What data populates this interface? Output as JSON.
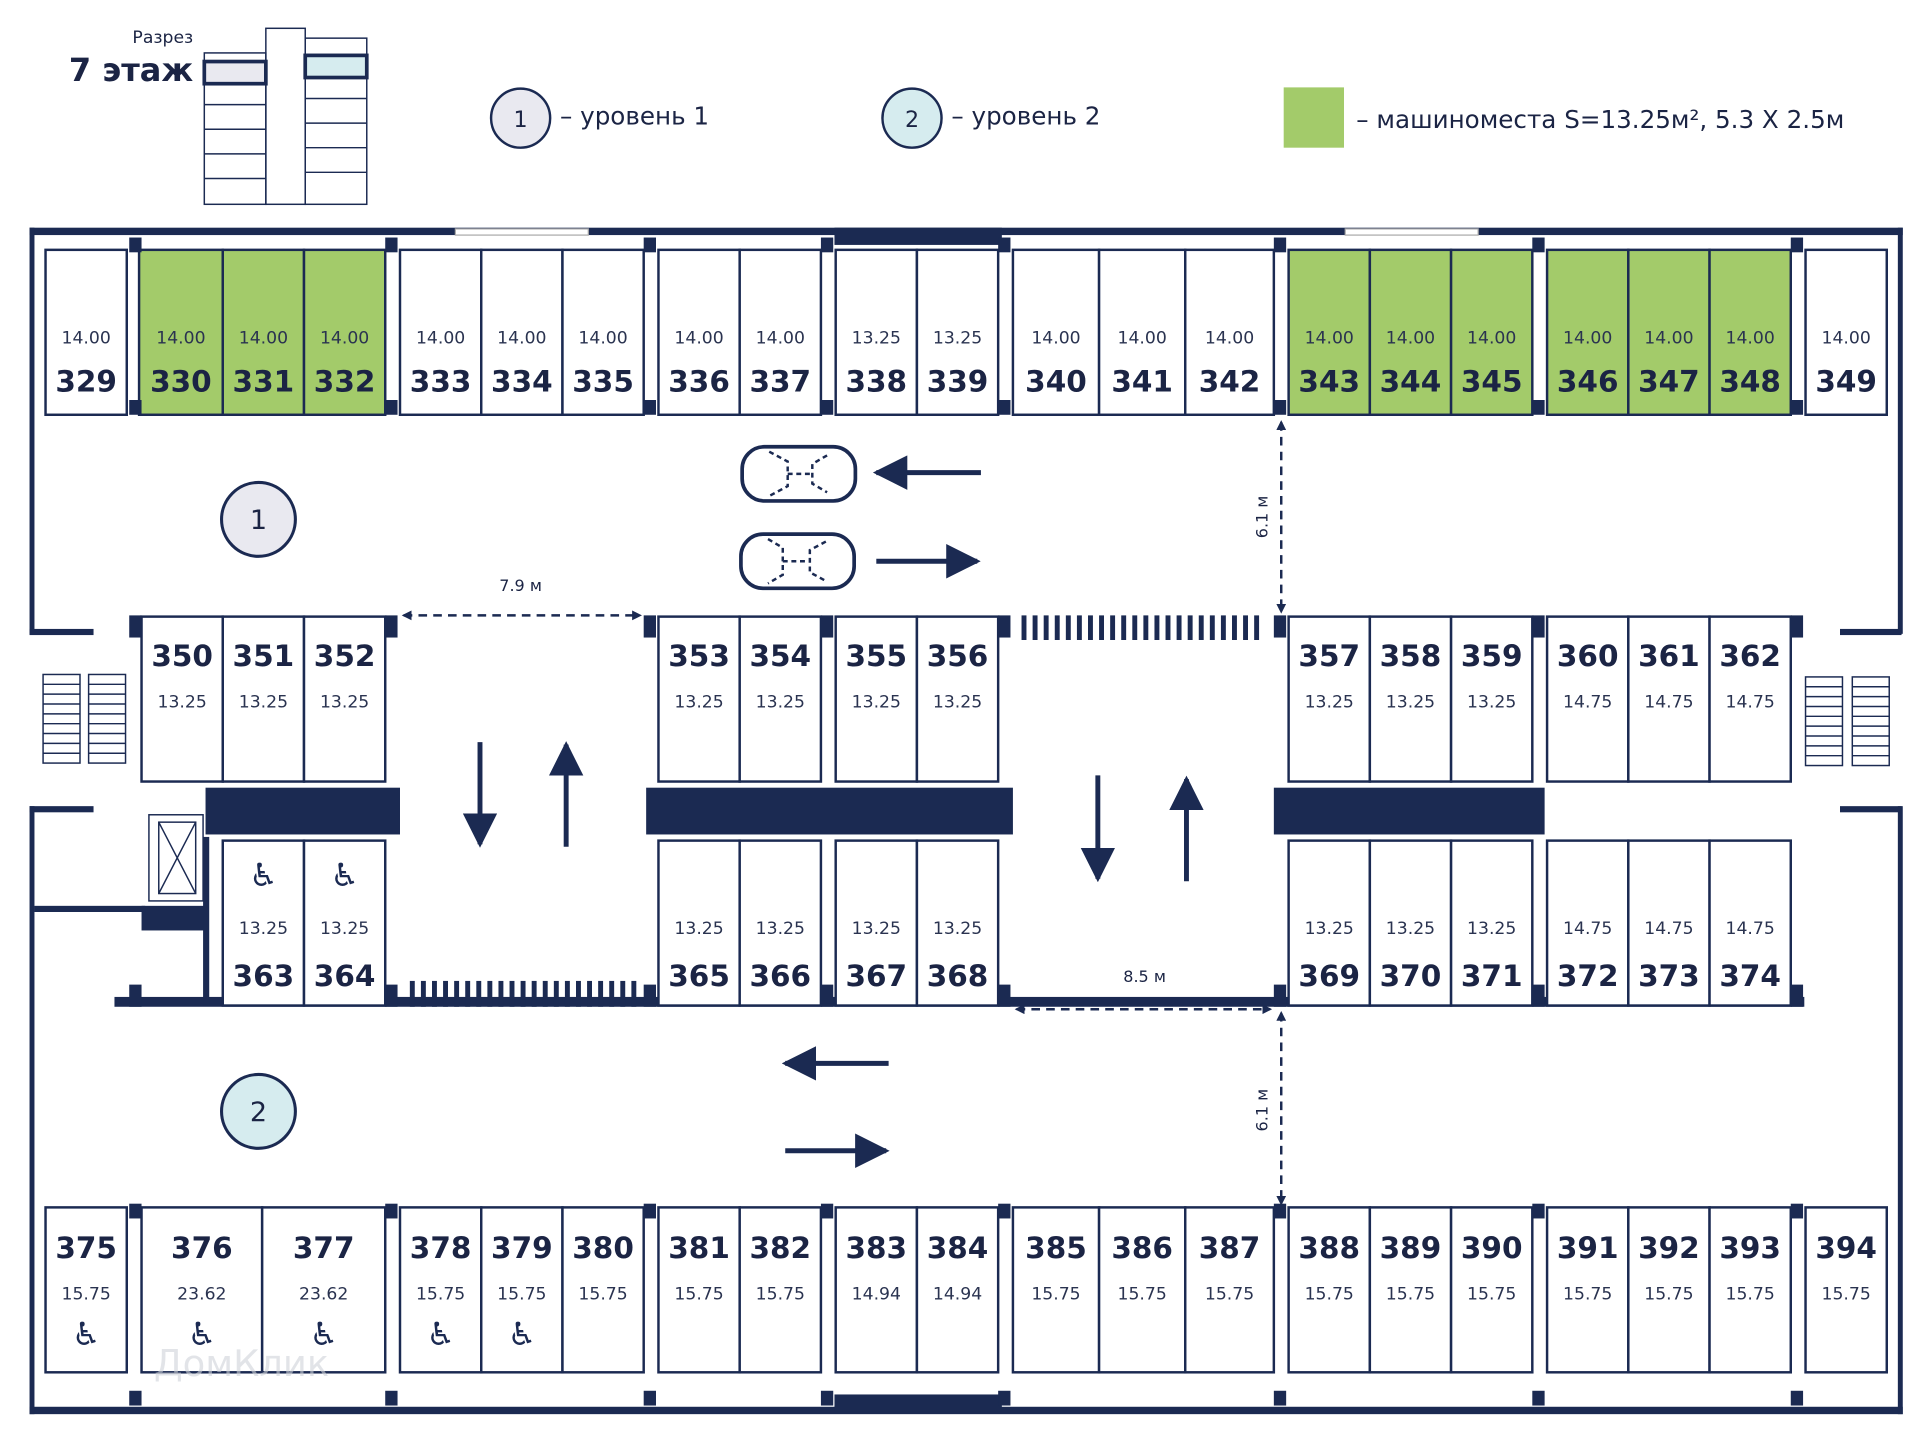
{
  "header": {
    "section_label": "Разрез",
    "floor_label": "7 этаж"
  },
  "legend": {
    "level1": {
      "badge": "1",
      "label": "– уровень 1",
      "color": "#e9e9f0"
    },
    "level2": {
      "badge": "2",
      "label": "– уровень 2",
      "color": "#d6ecef"
    },
    "highlight": {
      "label": "– машиноместа S=13.25м², 5.3 X 2.5м",
      "color": "#a3cb6a"
    }
  },
  "colors": {
    "wall": "#1b2a52",
    "spot_highlight": "#a3cb6a"
  },
  "plan": {
    "level1_badge": "1",
    "level2_badge": "2",
    "dimensions": {
      "aisle_width_top": "7.9 м",
      "aisle_width_bottom": "8.5 м",
      "lane_depth_top": "6.1 м",
      "lane_depth_bottom": "6.1 м"
    },
    "watermark": "ДомКлик",
    "rows": {
      "top": [
        {
          "number": "329",
          "area": "14.00",
          "highlighted": false
        },
        {
          "number": "330",
          "area": "14.00",
          "highlighted": true
        },
        {
          "number": "331",
          "area": "14.00",
          "highlighted": true
        },
        {
          "number": "332",
          "area": "14.00",
          "highlighted": true
        },
        {
          "number": "333",
          "area": "14.00",
          "highlighted": false
        },
        {
          "number": "334",
          "area": "14.00",
          "highlighted": false
        },
        {
          "number": "335",
          "area": "14.00",
          "highlighted": false
        },
        {
          "number": "336",
          "area": "14.00",
          "highlighted": false
        },
        {
          "number": "337",
          "area": "14.00",
          "highlighted": false
        },
        {
          "number": "338",
          "area": "13.25",
          "highlighted": false
        },
        {
          "number": "339",
          "area": "13.25",
          "highlighted": false
        },
        {
          "number": "340",
          "area": "14.00",
          "highlighted": false
        },
        {
          "number": "341",
          "area": "14.00",
          "highlighted": false
        },
        {
          "number": "342",
          "area": "14.00",
          "highlighted": false
        },
        {
          "number": "343",
          "area": "14.00",
          "highlighted": true
        },
        {
          "number": "344",
          "area": "14.00",
          "highlighted": true
        },
        {
          "number": "345",
          "area": "14.00",
          "highlighted": true
        },
        {
          "number": "346",
          "area": "14.00",
          "highlighted": true
        },
        {
          "number": "347",
          "area": "14.00",
          "highlighted": true
        },
        {
          "number": "348",
          "area": "14.00",
          "highlighted": true
        },
        {
          "number": "349",
          "area": "14.00",
          "highlighted": false
        }
      ],
      "middle_upper": [
        {
          "number": "350",
          "area": "13.25"
        },
        {
          "number": "351",
          "area": "13.25"
        },
        {
          "number": "352",
          "area": "13.25"
        },
        {
          "number": "353",
          "area": "13.25"
        },
        {
          "number": "354",
          "area": "13.25"
        },
        {
          "number": "355",
          "area": "13.25"
        },
        {
          "number": "356",
          "area": "13.25"
        },
        {
          "number": "357",
          "area": "13.25"
        },
        {
          "number": "358",
          "area": "13.25"
        },
        {
          "number": "359",
          "area": "13.25"
        },
        {
          "number": "360",
          "area": "14.75"
        },
        {
          "number": "361",
          "area": "14.75"
        },
        {
          "number": "362",
          "area": "14.75"
        }
      ],
      "middle_lower": [
        {
          "number": "363",
          "area": "13.25",
          "accessible": true
        },
        {
          "number": "364",
          "area": "13.25",
          "accessible": true
        },
        {
          "number": "365",
          "area": "13.25"
        },
        {
          "number": "366",
          "area": "13.25"
        },
        {
          "number": "367",
          "area": "13.25"
        },
        {
          "number": "368",
          "area": "13.25"
        },
        {
          "number": "369",
          "area": "13.25"
        },
        {
          "number": "370",
          "area": "13.25"
        },
        {
          "number": "371",
          "area": "13.25"
        },
        {
          "number": "372",
          "area": "14.75"
        },
        {
          "number": "373",
          "area": "14.75"
        },
        {
          "number": "374",
          "area": "14.75"
        }
      ],
      "bottom": [
        {
          "number": "375",
          "area": "15.75",
          "accessible": true
        },
        {
          "number": "376",
          "area": "23.62",
          "accessible": true
        },
        {
          "number": "377",
          "area": "23.62",
          "accessible": true
        },
        {
          "number": "378",
          "area": "15.75",
          "accessible": true
        },
        {
          "number": "379",
          "area": "15.75",
          "accessible": true
        },
        {
          "number": "380",
          "area": "15.75"
        },
        {
          "number": "381",
          "area": "15.75"
        },
        {
          "number": "382",
          "area": "15.75"
        },
        {
          "number": "383",
          "area": "14.94"
        },
        {
          "number": "384",
          "area": "14.94"
        },
        {
          "number": "385",
          "area": "15.75"
        },
        {
          "number": "386",
          "area": "15.75"
        },
        {
          "number": "387",
          "area": "15.75"
        },
        {
          "number": "388",
          "area": "15.75"
        },
        {
          "number": "389",
          "area": "15.75"
        },
        {
          "number": "390",
          "area": "15.75"
        },
        {
          "number": "391",
          "area": "15.75"
        },
        {
          "number": "392",
          "area": "15.75"
        },
        {
          "number": "393",
          "area": "15.75"
        },
        {
          "number": "394",
          "area": "15.75"
        }
      ]
    }
  }
}
